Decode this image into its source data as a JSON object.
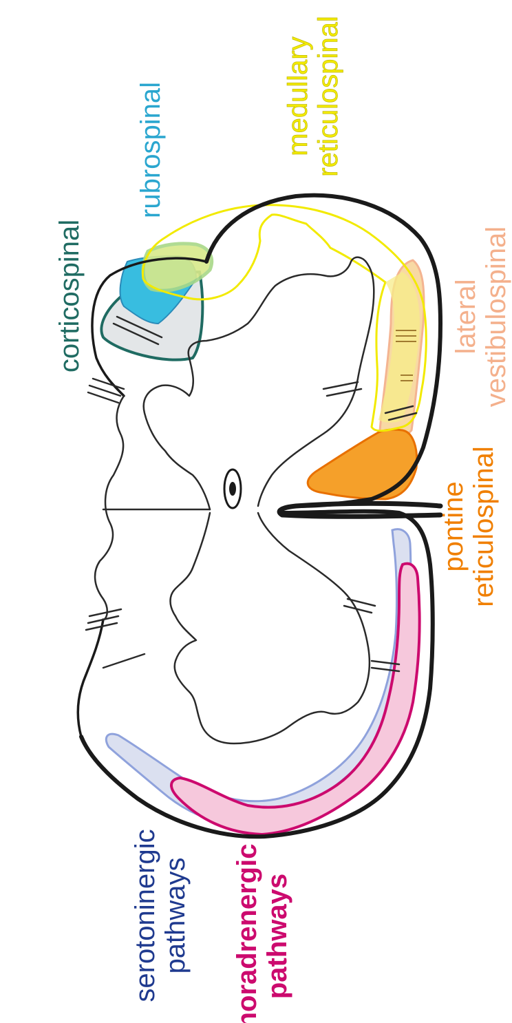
{
  "colors": {
    "corticospinal": "#1f6b62",
    "rubrospinal": "#2aa6cf",
    "medullary_reticulospinal": "#f2ea00",
    "lateral_vestibulospinal": "#f4b08c",
    "pontine_reticulospinal": "#f07f00",
    "serotoninergic": "#1f3a8f",
    "noradrenergic": "#cc0a6e"
  },
  "labels": {
    "corticospinal": "corticospinal",
    "rubrospinal": "rubrospinal",
    "medullary_line1": "medullary",
    "medullary_line2": "reticulospinal",
    "lateral_line1": "lateral",
    "lateral_line2": "vestibulospinal",
    "pontine_line1": "pontine",
    "pontine_line2": "reticulospinal",
    "serotoninergic_line1": "serotoninergic",
    "serotoninergic_line2": "pathways",
    "noradrenergic_line1": "noradrenergic",
    "noradrenergic_line2": "pathways"
  }
}
